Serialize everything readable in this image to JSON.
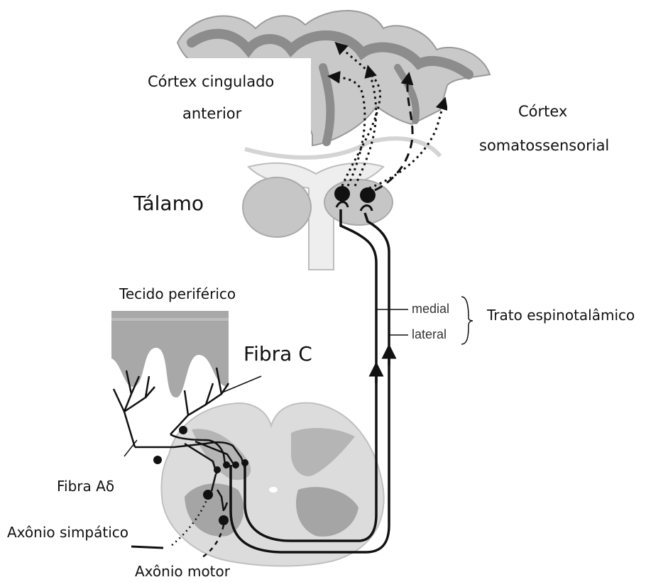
{
  "labels": {
    "cingulate_line1": "Córtex cingulado",
    "cingulate_line2": "anterior",
    "somato_line1": "Córtex",
    "somato_line2": "somatossensorial",
    "thalamus": "Tálamo",
    "peripheral_tissue": "Tecido periférico",
    "c_fiber": "Fibra C",
    "adelta_fiber": "Fibra Aδ",
    "sympathetic_axon": "Axônio simpático",
    "motor_axon": "Axônio motor",
    "medial": "medial",
    "lateral": "lateral",
    "spinothalamic_tract": "Trato espinotalâmico"
  },
  "colors": {
    "cortex_gray": "#9a9a9a",
    "cortex_light": "#d4d4d4",
    "tissue_gray": "#a8a8a8",
    "cord_light": "#dcdcdc",
    "cord_dark": "#a0a0a0",
    "line": "#111111"
  }
}
